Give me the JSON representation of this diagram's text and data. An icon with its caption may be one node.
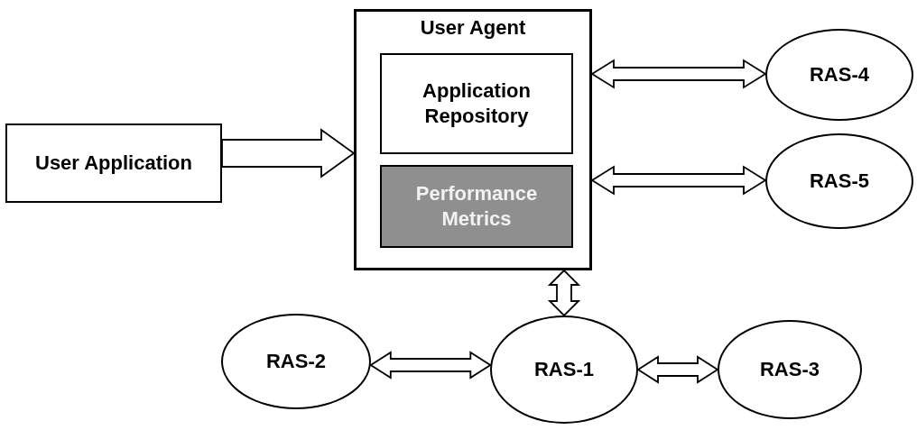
{
  "diagram": {
    "nodes": [
      {
        "text": [
          "User Application"
        ]
      },
      {
        "text": [
          "User Agent"
        ]
      },
      {
        "text": [
          "Application Repository"
        ],
        "in": 1
      },
      {
        "text": [
          "Performance Metrics"
        ],
        "in": 1
      },
      {
        "text": [
          "RAS-4"
        ]
      },
      {
        "text": [
          "RAS-5"
        ]
      },
      {
        "text": [
          "RAS-2"
        ]
      },
      {
        "text": [
          "RAS-1"
        ]
      },
      {
        "text": [
          "RAS-3"
        ]
      }
    ],
    "edges": [
      {
        "from": 0,
        "to": 1,
        "arrow": "to"
      },
      {
        "from": 1,
        "to": 4,
        "arrow": "both"
      },
      {
        "from": 1,
        "to": 5,
        "arrow": "both"
      },
      {
        "from": 1,
        "to": 7,
        "arrow": "both"
      },
      {
        "from": 6,
        "to": 7,
        "arrow": "both"
      },
      {
        "from": 7,
        "to": 8,
        "arrow": "both"
      }
    ]
  }
}
